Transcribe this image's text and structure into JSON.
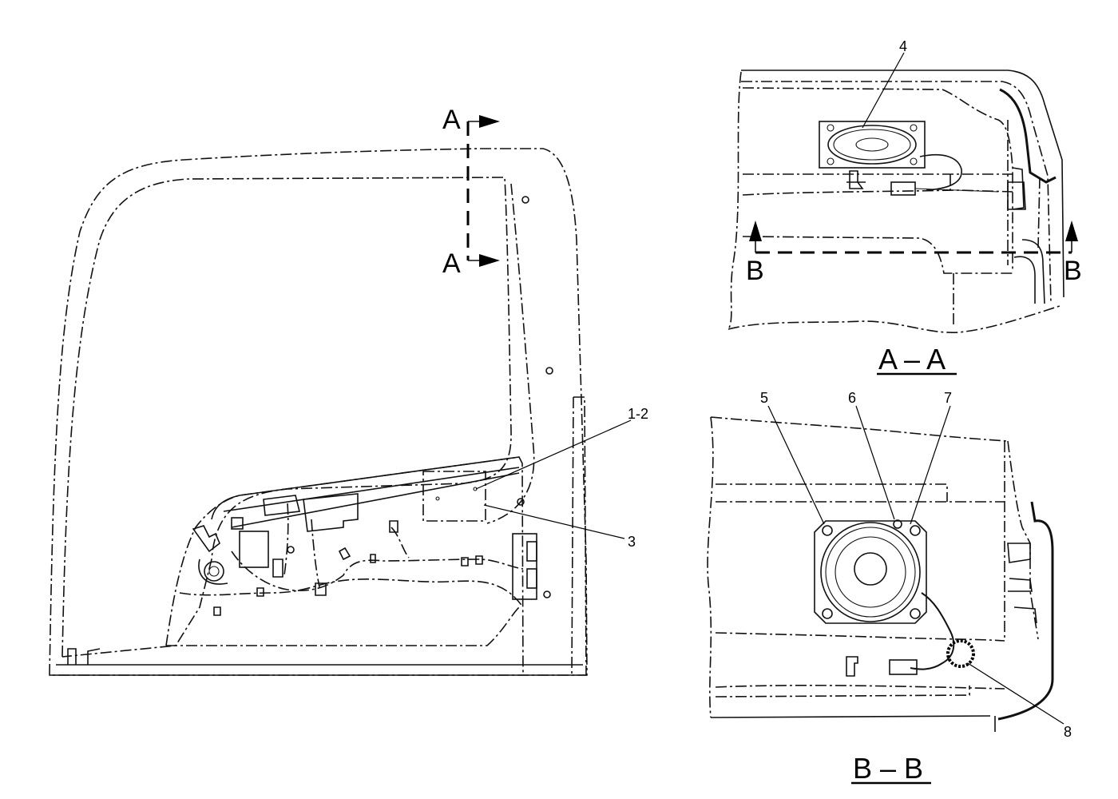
{
  "main_view": {
    "section_letter_top": "A",
    "section_letter_bottom": "A",
    "callout_1_2": "1-2",
    "callout_3": "3"
  },
  "section_aa": {
    "callout_4": "4",
    "section_letter_left": "B",
    "section_letter_right": "B",
    "title": "A – A"
  },
  "section_bb": {
    "callout_5": "5",
    "callout_6": "6",
    "callout_7": "7",
    "callout_8": "8",
    "title": "B – B"
  }
}
